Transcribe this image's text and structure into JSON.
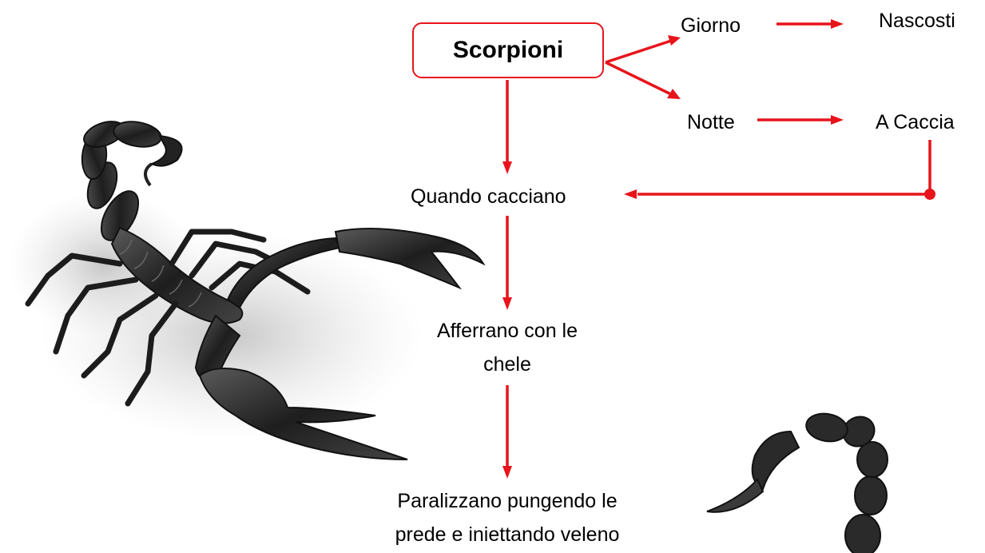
{
  "diagram": {
    "root": "Scorpioni",
    "giorno": "Giorno",
    "nascosti": "Nascosti",
    "notte": "Notte",
    "a_caccia": "A Caccia",
    "quando_cacciano": "Quando cacciano",
    "afferrano_line1": "Afferrano con le",
    "afferrano_line2": "chele",
    "paralizzano_line1": "Paralizzano pungendo le",
    "paralizzano_line2": "prede e iniettando veleno"
  },
  "colors": {
    "arrow": "#e8141b"
  }
}
